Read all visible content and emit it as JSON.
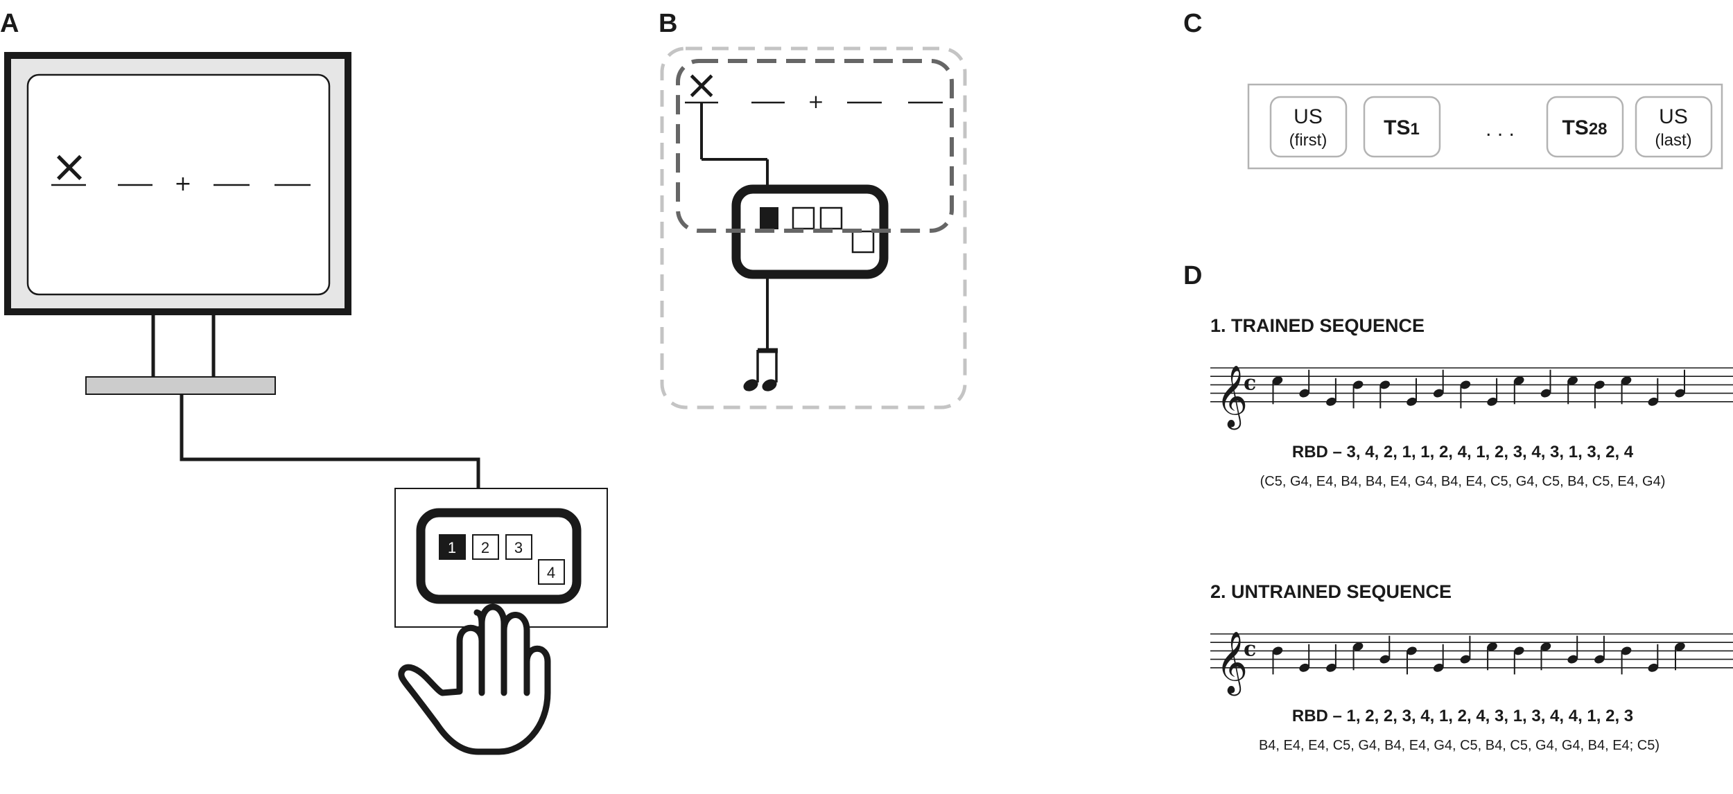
{
  "panels": {
    "a": {
      "letter": "A",
      "keys": [
        "1",
        "2",
        "3",
        "4"
      ],
      "active_key": "1",
      "screen_symbols": {
        "target": "×",
        "fixation": "+"
      }
    },
    "b": {
      "letter": "B",
      "screen_symbols": {
        "target": "×",
        "fixation": "+"
      }
    },
    "c": {
      "letter": "C",
      "ellipsis": ". . .",
      "boxes": [
        {
          "main": "US",
          "sub": "(first)"
        },
        {
          "main": "TS",
          "sub": "1"
        },
        {
          "main": "TS",
          "sub": "28"
        },
        {
          "main": "US",
          "sub": "(last)"
        }
      ]
    },
    "d": {
      "letter": "D",
      "sequences": [
        {
          "title": "1. TRAINED SEQUENCE",
          "rbd": "RBD – 3, 4, 2, 1, 1, 2, 4, 1, 2, 3, 4, 3, 1, 3, 2, 4",
          "notes_text": "(C5, G4, E4, B4, B4, E4, G4, B4, E4, C5, G4, C5, B4, C5, E4, G4)",
          "notes": [
            "C5",
            "G4",
            "E4",
            "B4",
            "B4",
            "E4",
            "G4",
            "B4",
            "E4",
            "C5",
            "G4",
            "C5",
            "B4",
            "C5",
            "E4",
            "G4"
          ]
        },
        {
          "title": "2. UNTRAINED SEQUENCE",
          "rbd": "RBD – 1, 2, 2, 3, 4, 1, 2, 4, 3, 1, 3, 4, 4, 1, 2, 3",
          "notes_text": "B4, E4, E4, C5, G4, B4, E4, G4, C5, B4, C5, G4, G4, B4, E4; C5)",
          "notes": [
            "B4",
            "E4",
            "E4",
            "C5",
            "G4",
            "B4",
            "E4",
            "G4",
            "C5",
            "B4",
            "C5",
            "G4",
            "G4",
            "B4",
            "E4",
            "C5"
          ]
        }
      ]
    }
  },
  "colors": {
    "ink": "#1a1a1a",
    "screen_bg": "#e6e6e6",
    "stand": "#cccccc",
    "dash_dark": "#666666",
    "dash_light": "#c4c4c4",
    "box_border": "#b3b3b3"
  }
}
